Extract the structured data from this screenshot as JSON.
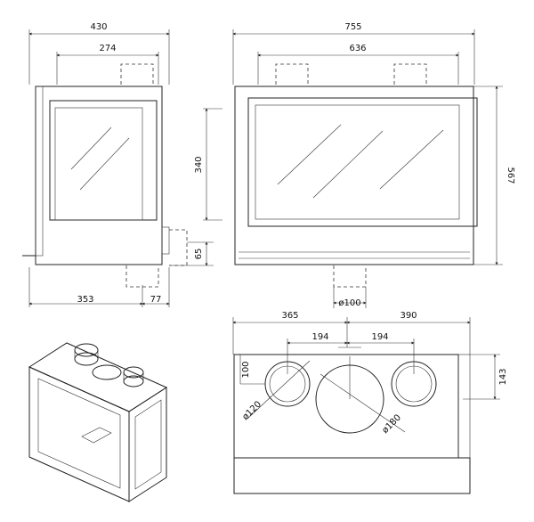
{
  "diagram": {
    "front_view_dimensions": {
      "width": "755",
      "opening_width": "636",
      "height": "567"
    },
    "side_view_dimensions": {
      "depth": "430",
      "duct_offset": "274",
      "glass_height": "340",
      "base_offset": "65",
      "front_to_flue": "353",
      "rear_offset": "77"
    },
    "top_view_dimensions": {
      "left_to_center": "365",
      "center_to_right": "390",
      "left_outlet_offset": "194",
      "right_outlet_offset": "194",
      "side_outlet_depth": "100",
      "rear_outlet_depth": "143",
      "small_outlet_diameter": "ø120",
      "large_outlet_diameter": "ø180",
      "bottom_flue_diameter": "ø100"
    },
    "colors": {
      "line": "#222222",
      "background": "#ffffff"
    }
  }
}
